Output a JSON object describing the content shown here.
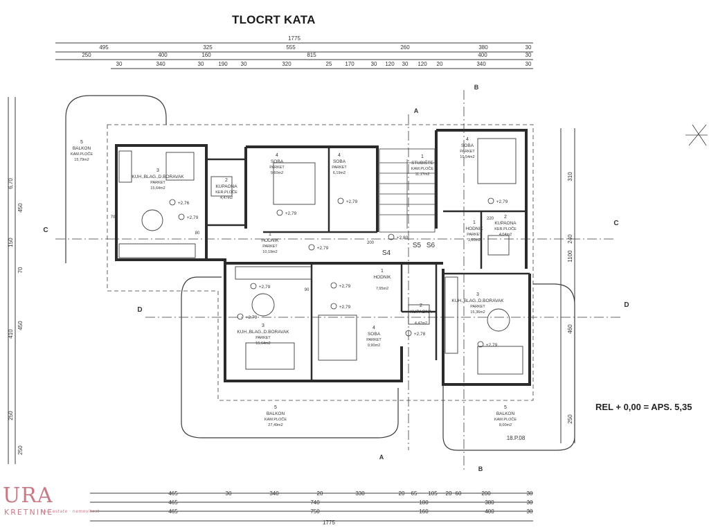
{
  "title": "TLOCRT KATA",
  "rel_note": "REL + 0,00 = APS. 5,35",
  "logo": {
    "main": "URA",
    "sub": "KRETNINE",
    "tagline": "real estate · nemovitost"
  },
  "icons": {
    "compass": "compass-rose-icon",
    "logo": "realty-logo-icon"
  },
  "colors": {
    "line": "#3a3a3a",
    "wall": "#2b2b2b",
    "logo": "#c77a86"
  },
  "dimensions": {
    "top_total": "1775",
    "top_row1": [
      "495",
      "325",
      "555",
      "260",
      "380",
      "30"
    ],
    "top_row2": [
      "250",
      "400",
      "160",
      "815",
      "400",
      "30"
    ],
    "top_row3": [
      "30",
      "340",
      "30",
      "190",
      "30",
      "320",
      "25",
      "170",
      "30",
      "120",
      "30",
      "120",
      "20",
      "340",
      "30"
    ],
    "bottom_row1": [
      "465",
      "30",
      "340",
      "20",
      "330",
      "20",
      "65",
      "105",
      "20",
      "60",
      "200",
      "30"
    ],
    "bottom_row2": [
      "465",
      "740",
      "180",
      "380",
      "30"
    ],
    "bottom_row3": [
      "465",
      "750",
      "160",
      "400",
      "30"
    ],
    "bottom_total": "1775",
    "right": [
      "310",
      "240",
      "1100",
      "460",
      "250"
    ],
    "left": [
      "6,70",
      "450",
      "150",
      "70",
      "410",
      "450",
      "250",
      "250"
    ]
  },
  "sections": {
    "a": "A",
    "b": "B",
    "c": "C",
    "d": "D"
  },
  "rooms": [
    {
      "num": "5",
      "name": "BALKON",
      "finish": "KAM.PLOČE",
      "area": "15,79m2"
    },
    {
      "num": "3",
      "name": "KUH.,BLAG.,D.BORAVAK",
      "finish": "PARKET",
      "area": "15,64m2"
    },
    {
      "num": "2",
      "name": "KUPAONA",
      "finish": "KER.PLOČE",
      "area": "4,47m2"
    },
    {
      "num": "4",
      "name": "SOBA",
      "finish": "PARKET",
      "area": "9,60m2"
    },
    {
      "num": "4",
      "name": "SOBA",
      "finish": "PARKET",
      "area": "6,19m2"
    },
    {
      "num": "1",
      "name": "STUBIŠTE",
      "finish": "KAM.PLOČE",
      "area": "11,17m2"
    },
    {
      "num": "4",
      "name": "SOBA",
      "finish": "PARKET",
      "area": "10,54m2"
    },
    {
      "num": "1",
      "name": "HODNIK",
      "finish": "PARKET",
      "area": "10,19m2"
    },
    {
      "num": "1",
      "name": "HODNIK",
      "finish": "PARKET",
      "area": "3,60m2"
    },
    {
      "num": "2",
      "name": "KUPAONA",
      "finish": "KER.PLOČE",
      "area": "4,04m2"
    },
    {
      "num": "1",
      "name": "HODNIK",
      "finish": "",
      "area": "7,95m2"
    },
    {
      "num": "3",
      "name": "KUH.,BLAG.,D.BORAVAK",
      "finish": "PARKET",
      "area": "15,64m2"
    },
    {
      "num": "2",
      "name": "KUPAONA",
      "finish": "",
      "area": "4,47m2"
    },
    {
      "num": "4",
      "name": "SOBA",
      "finish": "PARKET",
      "area": "9,90m2"
    },
    {
      "num": "3",
      "name": "KUH.,BLAG.,D.BORAVAK",
      "finish": "PARKET",
      "area": "15,36m2"
    },
    {
      "num": "5",
      "name": "BALKON",
      "finish": "KAM.PLOČE",
      "area": "27,49m2"
    },
    {
      "num": "5",
      "name": "BALKON",
      "finish": "KAM.PLOČE",
      "area": "8,00m2"
    }
  ],
  "levels": [
    "+2,79",
    "+2,76",
    "+2,79",
    "+2,79",
    "+2,79",
    "+2,79",
    "+2,79",
    "+2,79",
    "+2,79",
    "+2,79",
    "+2,78",
    "+2,79",
    "+2,80"
  ],
  "stair_labels": {
    "s4": "S4",
    "s5": "S5",
    "s6": "S6"
  },
  "door_labels": [
    "70",
    "80",
    "90",
    "200",
    "220"
  ],
  "stamp": "18.P.08"
}
